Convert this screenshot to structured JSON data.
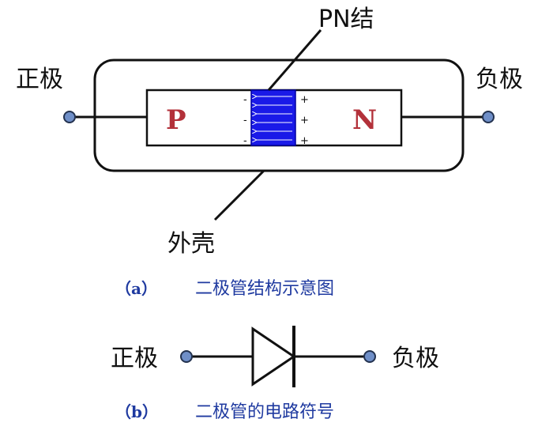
{
  "colors": {
    "ink": "#111111",
    "pn_junction_fill": "#1a1ae8",
    "pn_junction_stroke": "#0000a0",
    "letter_red": "#b3313a",
    "caption_blue": "#1f3aa0",
    "terminal_fill": "#6f8fc8",
    "terminal_stroke": "#23324f"
  },
  "diagram_a": {
    "pn_junction_label": "PN结",
    "anode_label": "正极",
    "cathode_label": "负极",
    "p_region_label": "P",
    "n_region_label": "N",
    "case_label": "外壳",
    "left_charges": [
      "-",
      "-",
      "-"
    ],
    "right_charges": [
      "+",
      "+",
      "+"
    ],
    "caption_tag": "（a）",
    "caption_text": "二极管结构示意图"
  },
  "diagram_b": {
    "anode_label": "正极",
    "cathode_label": "负极",
    "caption_tag": "（b）",
    "caption_text": "二极管的电路符号"
  }
}
